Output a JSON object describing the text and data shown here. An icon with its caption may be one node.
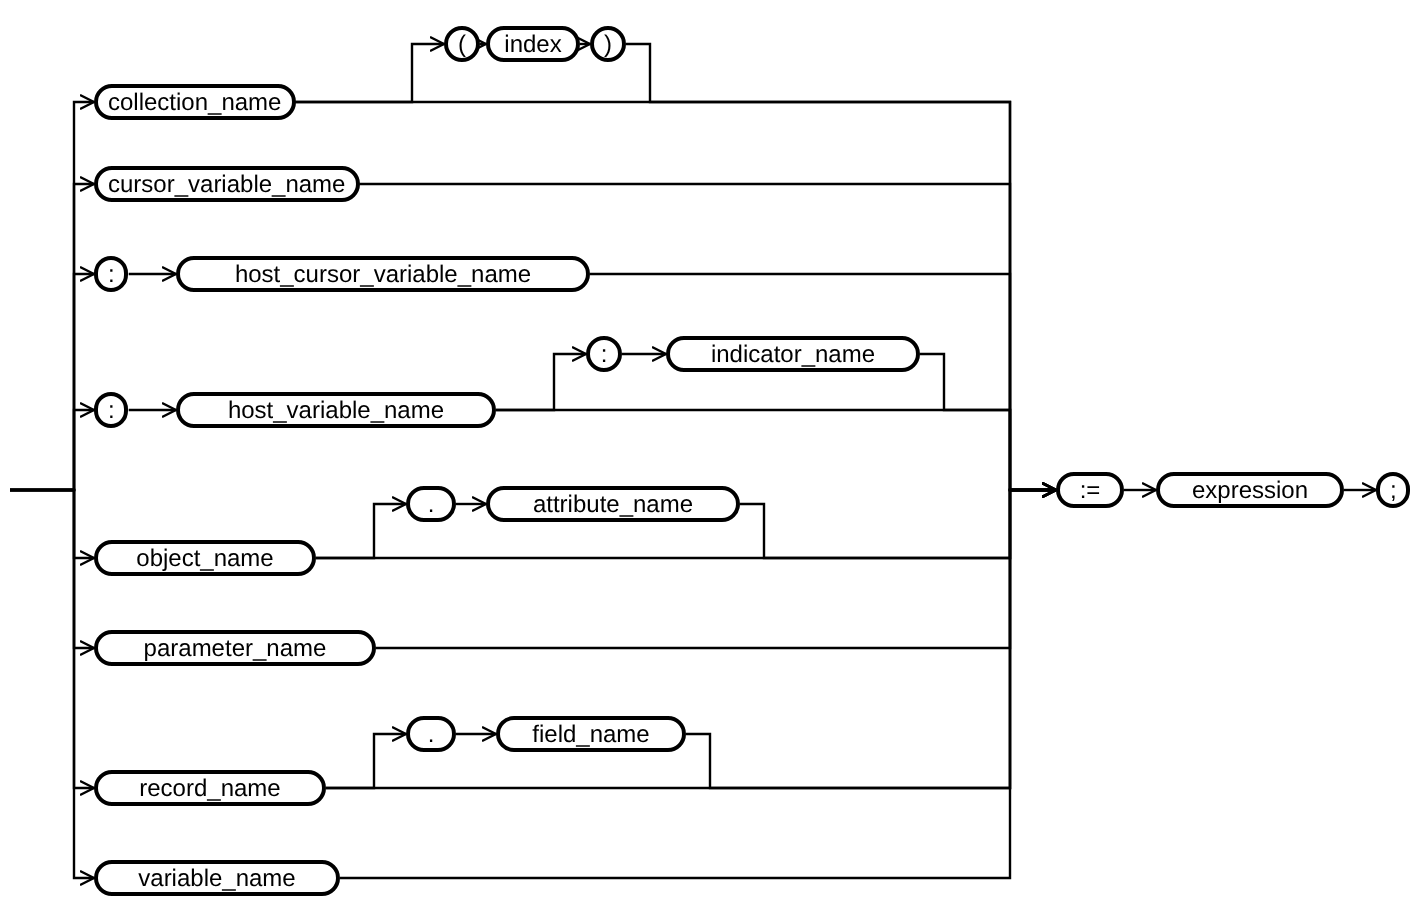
{
  "diagram": {
    "nodes": [
      {
        "text": [
          "collection_name"
        ]
      },
      {
        "text": [
          "("
        ]
      },
      {
        "text": [
          "index"
        ]
      },
      {
        "text": [
          ")"
        ]
      },
      {
        "text": [
          "cursor_variable_name"
        ]
      },
      {
        "text": [
          ":"
        ]
      },
      {
        "text": [
          "host_cursor_variable_name"
        ]
      },
      {
        "text": [
          ":"
        ]
      },
      {
        "text": [
          "host_variable_name"
        ]
      },
      {
        "text": [
          ":"
        ]
      },
      {
        "text": [
          "indicator_name"
        ]
      },
      {
        "text": [
          "object_name"
        ]
      },
      {
        "text": [
          "."
        ]
      },
      {
        "text": [
          "attribute_name"
        ]
      },
      {
        "text": [
          "parameter_name"
        ]
      },
      {
        "text": [
          "."
        ]
      },
      {
        "text": [
          "field_name"
        ]
      },
      {
        "text": [
          "record_name"
        ]
      },
      {
        "text": [
          "variable_name"
        ]
      },
      {
        "text": [
          ":="
        ]
      },
      {
        "text": [
          "expression"
        ]
      },
      {
        "text": [
          ";"
        ]
      }
    ],
    "edges": [
      {
        "from": null,
        "to": 0,
        "arrow": "to"
      },
      {
        "from": null,
        "to": 4,
        "arrow": "to"
      },
      {
        "from": null,
        "to": 5,
        "arrow": "to"
      },
      {
        "from": null,
        "to": 7,
        "arrow": "to"
      },
      {
        "from": null,
        "to": 11,
        "arrow": "to"
      },
      {
        "from": null,
        "to": 14,
        "arrow": "to"
      },
      {
        "from": null,
        "to": 17,
        "arrow": "to"
      },
      {
        "from": null,
        "to": 18,
        "arrow": "to"
      },
      {
        "from": 0,
        "to": 1,
        "arrow": "to"
      },
      {
        "from": 1,
        "to": 2,
        "arrow": "to"
      },
      {
        "from": 2,
        "to": 3,
        "arrow": "to"
      },
      {
        "from": 5,
        "to": 6,
        "arrow": "to"
      },
      {
        "from": 7,
        "to": 8,
        "arrow": "to"
      },
      {
        "from": 8,
        "to": 9,
        "arrow": "to"
      },
      {
        "from": 9,
        "to": 10,
        "arrow": "to"
      },
      {
        "from": 11,
        "to": 12,
        "arrow": "to"
      },
      {
        "from": 12,
        "to": 13,
        "arrow": "to"
      },
      {
        "from": 17,
        "to": 15,
        "arrow": "to"
      },
      {
        "from": 15,
        "to": 16,
        "arrow": "to"
      },
      {
        "from": 0,
        "to": 19,
        "arrow": "to"
      },
      {
        "from": 3,
        "to": 19,
        "arrow": "to"
      },
      {
        "from": 4,
        "to": 19,
        "arrow": "to"
      },
      {
        "from": 6,
        "to": 19,
        "arrow": "to"
      },
      {
        "from": 8,
        "to": 19,
        "arrow": "to"
      },
      {
        "from": 10,
        "to": 19,
        "arrow": "to"
      },
      {
        "from": 11,
        "to": 19,
        "arrow": "to"
      },
      {
        "from": 13,
        "to": 19,
        "arrow": "to"
      },
      {
        "from": 14,
        "to": 19,
        "arrow": "to"
      },
      {
        "from": 16,
        "to": 19,
        "arrow": "to"
      },
      {
        "from": 17,
        "to": 19,
        "arrow": "to"
      },
      {
        "from": 18,
        "to": 19,
        "arrow": "to"
      },
      {
        "from": 19,
        "to": 20,
        "arrow": "to"
      },
      {
        "from": 20,
        "to": 21,
        "arrow": "to"
      }
    ]
  }
}
